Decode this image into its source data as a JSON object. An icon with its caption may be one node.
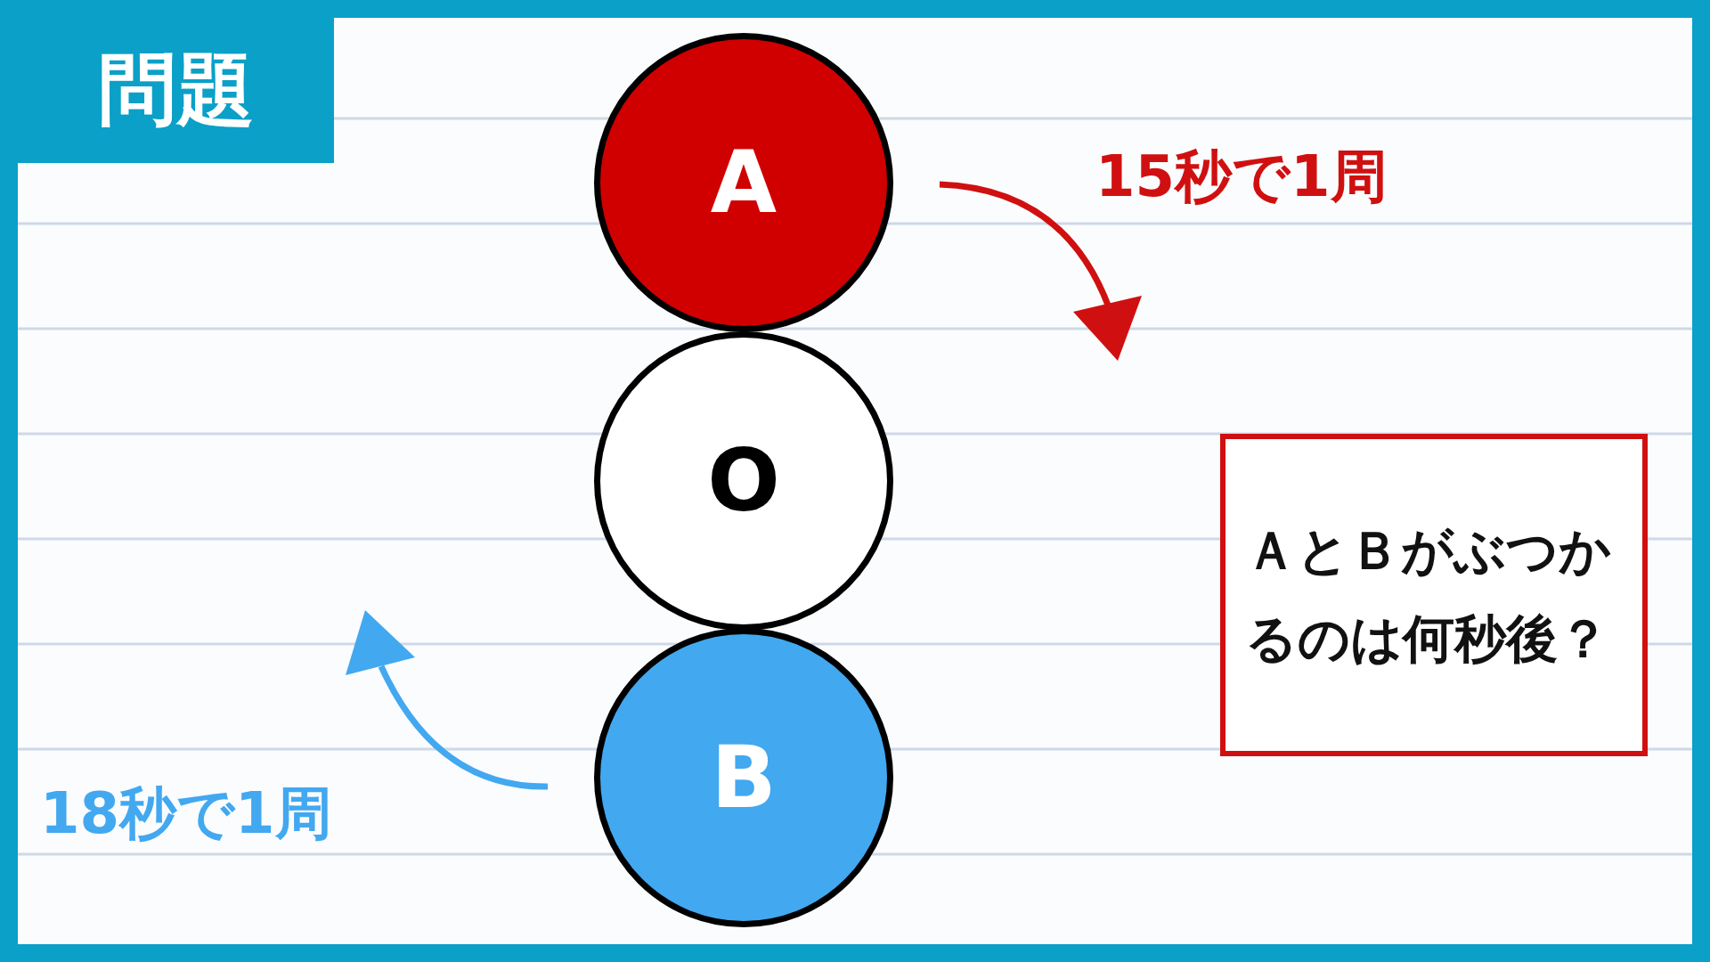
{
  "diagram": {
    "title": "問題",
    "nodes": [
      {
        "text": [
          "A"
        ]
      },
      {
        "text": [
          "O"
        ]
      },
      {
        "text": [
          "B"
        ]
      },
      {
        "text": [
          "ＡとＢがぶつかるのは何秒後？"
        ]
      }
    ],
    "edges": [],
    "labels": [
      "15秒で1周",
      "18秒で1周"
    ]
  }
}
